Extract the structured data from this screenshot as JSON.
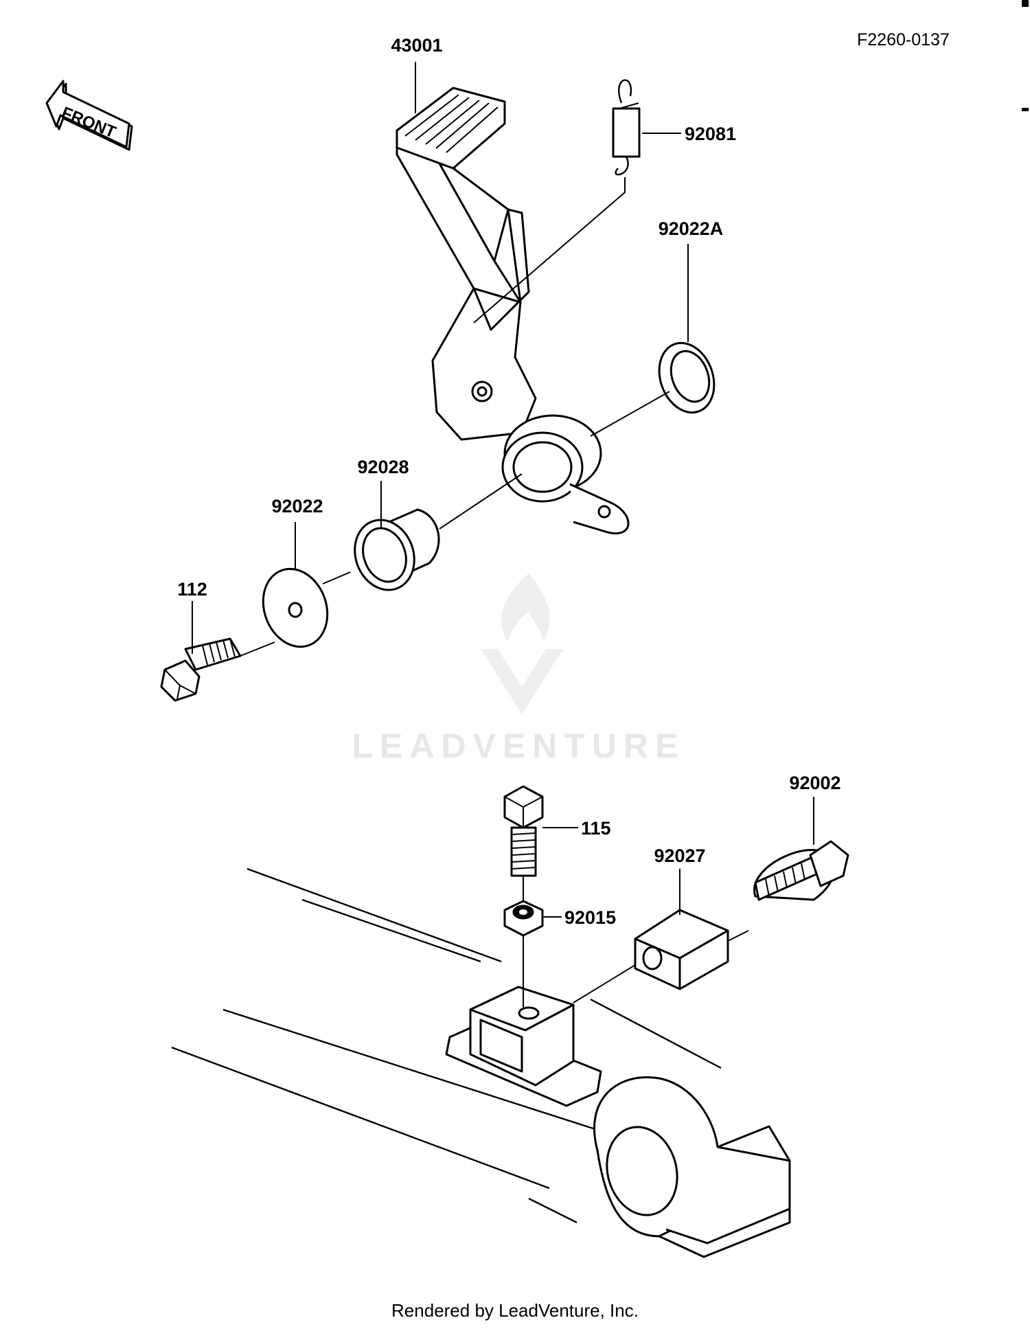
{
  "ref_code": "F2260-0137",
  "front_label": "FRONT",
  "watermark": "LEADVENTURE",
  "footer": "Rendered by LeadVenture, Inc.",
  "parts": {
    "p43001": "43001",
    "p92081": "92081",
    "p92022A": "92022A",
    "p92028": "92028",
    "p92022": "92022",
    "p112": "112",
    "p92002": "92002",
    "p115": "115",
    "p92027": "92027",
    "p92015": "92015"
  }
}
